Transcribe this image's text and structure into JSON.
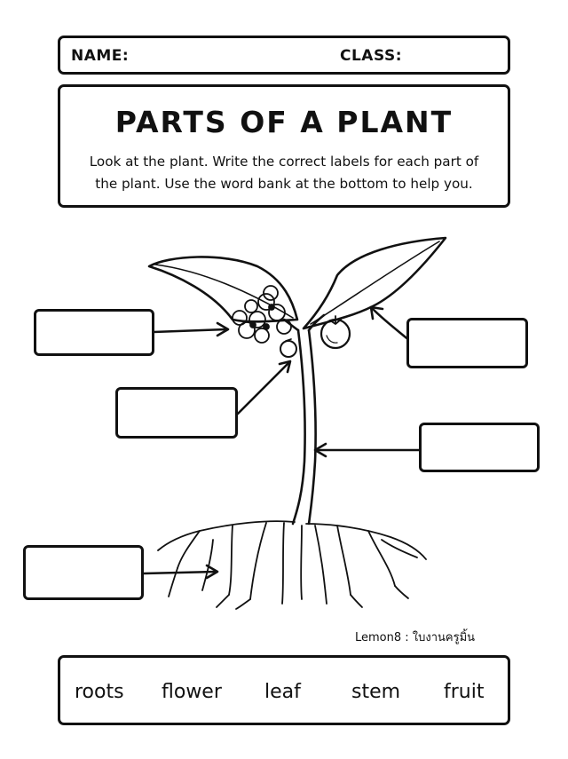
{
  "header": {
    "name_label": "NAME:",
    "class_label": "CLASS:"
  },
  "title": "PARTS OF A PLANT",
  "instructions": "Look at the plant. Write the correct labels for each part of the plant. Use the word bank at the bottom to help you.",
  "credit": "Lemon8 : ใบงานครูมิ้น",
  "word_bank": [
    "roots",
    "flower",
    "leaf",
    "stem",
    "fruit"
  ]
}
